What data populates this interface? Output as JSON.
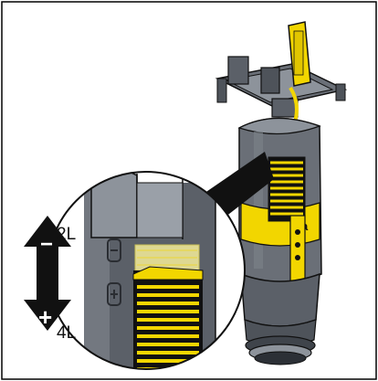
{
  "labels": {
    "top_volume": "2L",
    "bottom_volume": "4L",
    "minus_sign": "−",
    "plus_sign": "+",
    "brand": "ga"
  },
  "colors": {
    "frame": "#000000",
    "body_dark": "#5b6068",
    "body_mid": "#737880",
    "body_light": "#9aa0a8",
    "yellow": "#f2d600",
    "black": "#111111",
    "white": "#ffffff"
  },
  "icons": {
    "arrow": "double-headed-arrow-icon",
    "minus": "minus-icon",
    "plus": "plus-icon"
  }
}
